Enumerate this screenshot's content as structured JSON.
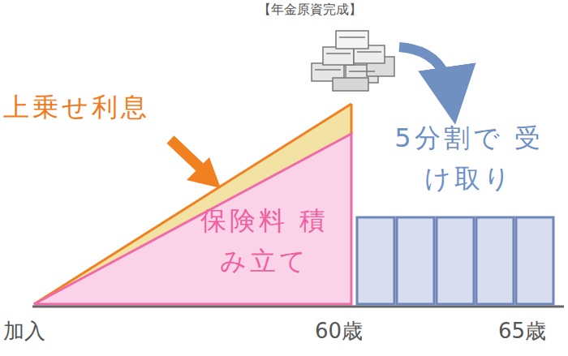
{
  "diagram": {
    "nodes": [
      {
        "text": [
          "保険料 積み立て"
        ]
      }
    ],
    "labels": [
      "【年金原資完成】",
      "上乗せ利息",
      "5分割で 受け取り",
      "加入",
      "60歳",
      "65歳"
    ]
  }
}
